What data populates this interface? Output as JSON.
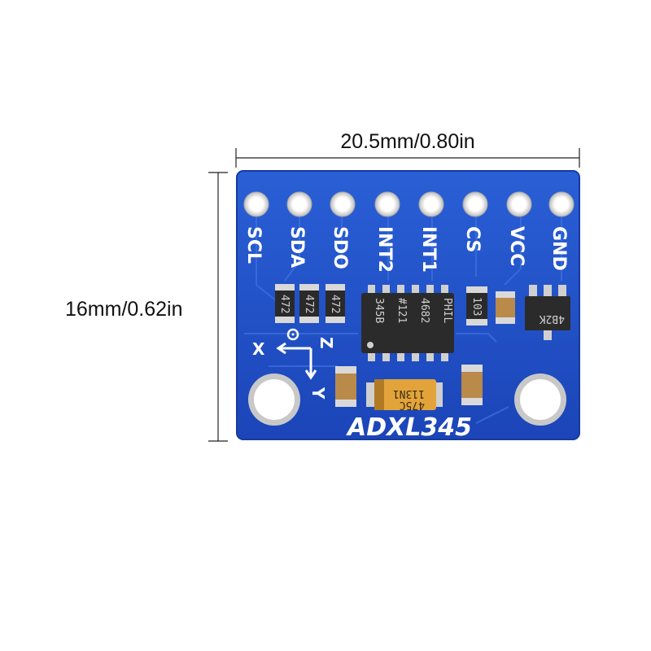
{
  "dimensions": {
    "width_label": "20.5mm/0.80in",
    "height_label": "16mm/0.62in"
  },
  "board": {
    "name": "ADXL345",
    "pins": [
      "SCL",
      "SDA",
      "SDO",
      "INT2",
      "INT1",
      "CS",
      "VCC",
      "GND"
    ],
    "axes": [
      "X",
      "Y",
      "Z"
    ],
    "chip_marking": [
      "345B",
      "#121",
      "4682",
      "PHIL"
    ],
    "resistor_markings": [
      "472",
      "472",
      "472",
      "103"
    ],
    "regulator_marking": "4B2K",
    "capacitor_marking": [
      "113N1",
      "475C"
    ],
    "pcb_color": "#1e4fc8",
    "pad_color": "#e6e6e6"
  }
}
